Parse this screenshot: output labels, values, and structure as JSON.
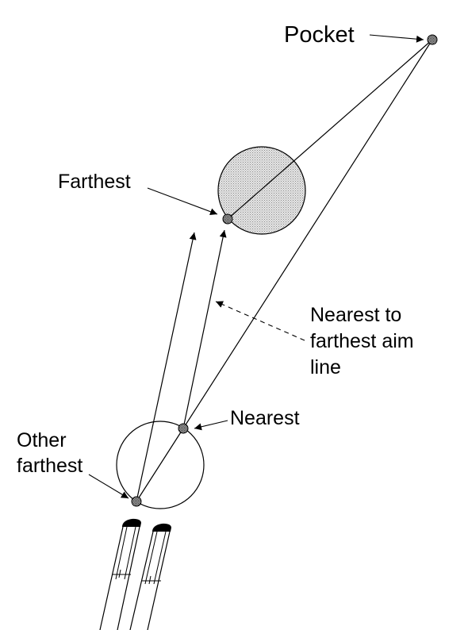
{
  "labels": {
    "pocket": "Pocket",
    "farthest": "Farthest",
    "nearest_to_farthest": "Nearest to farthest aim line",
    "nearest_to_farthest_lines": [
      "Nearest to",
      "farthest aim",
      "line"
    ],
    "nearest": "Nearest",
    "other_farthest": "Other farthest",
    "other_farthest_lines": [
      "Other",
      "farthest"
    ]
  },
  "colors": {
    "ink": "#000000",
    "background": "#ffffff",
    "object_ball_fill": "#d6d6d6",
    "point_fill": "#555555",
    "cue_tip": "#000000"
  }
}
